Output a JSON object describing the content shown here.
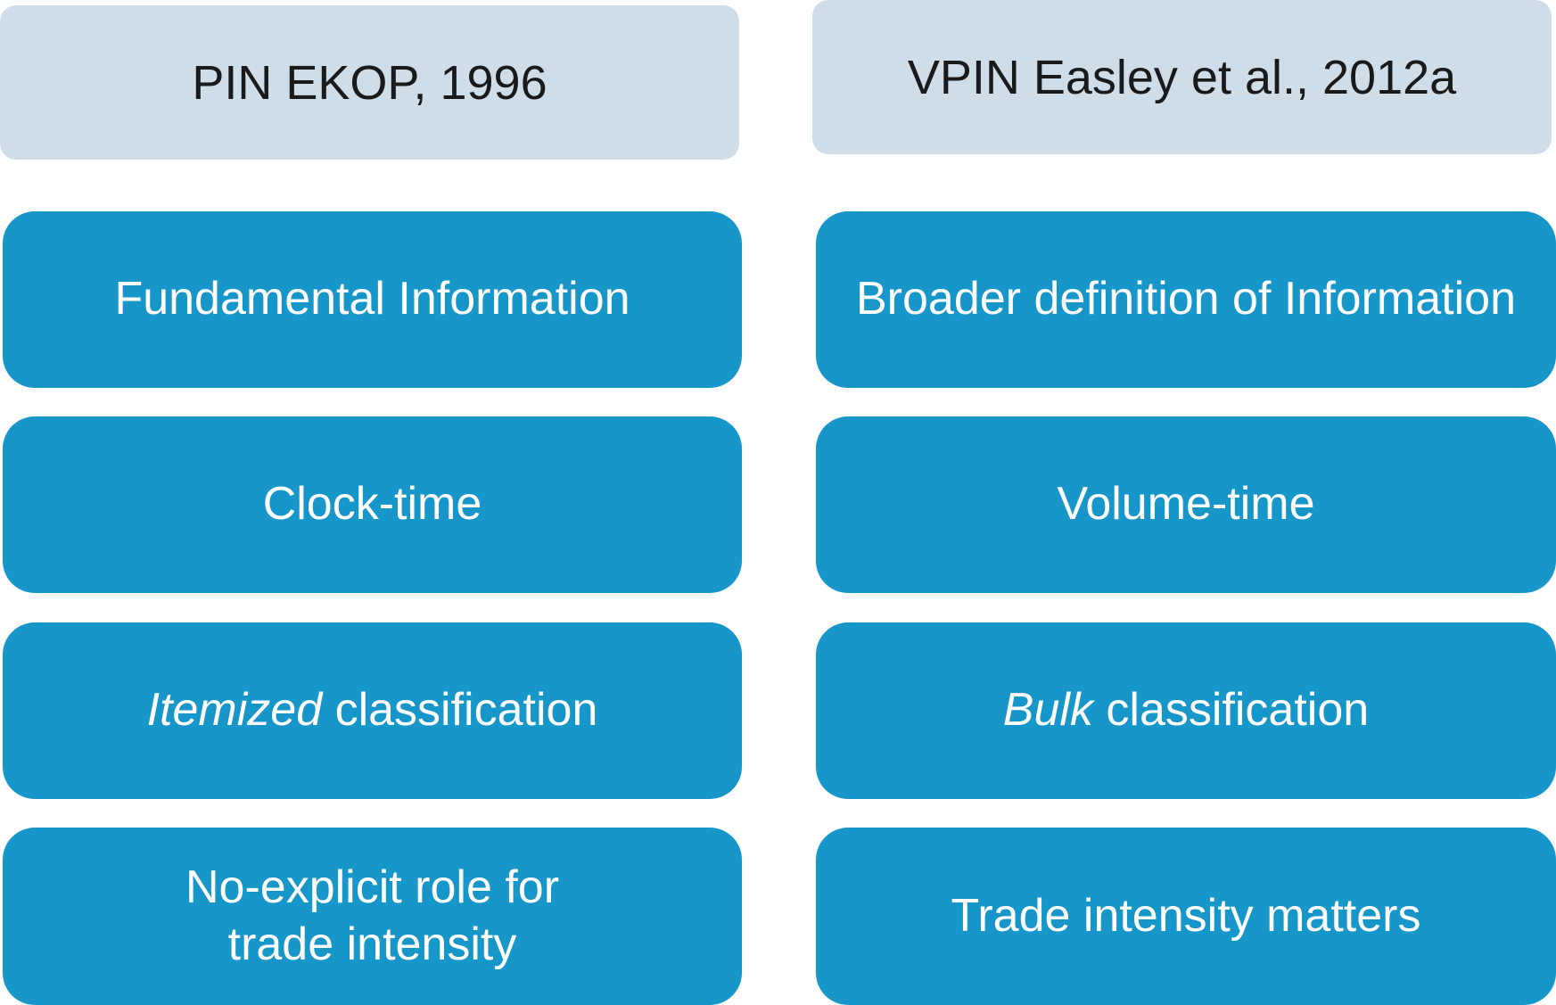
{
  "columns": [
    {
      "header": "PIN EKOP, 1996",
      "rows": [
        {
          "text": "Fundamental Information"
        },
        {
          "text": "Clock-time"
        },
        {
          "italic": "Itemized",
          "text": " classification"
        },
        {
          "line1": "No-explicit role for",
          "line2": "trade intensity"
        }
      ]
    },
    {
      "header": "VPIN Easley et al., 2012a",
      "rows": [
        {
          "text": "Broader definition of Information"
        },
        {
          "text": "Volume-time"
        },
        {
          "italic": "Bulk",
          "text": " classification"
        },
        {
          "text": "Trade intensity matters"
        }
      ]
    }
  ],
  "colors": {
    "header_bg": "#cfdde9",
    "cell_bg": "#1796c9",
    "cell_text": "#ffffff",
    "header_text": "#1a1a1a"
  }
}
